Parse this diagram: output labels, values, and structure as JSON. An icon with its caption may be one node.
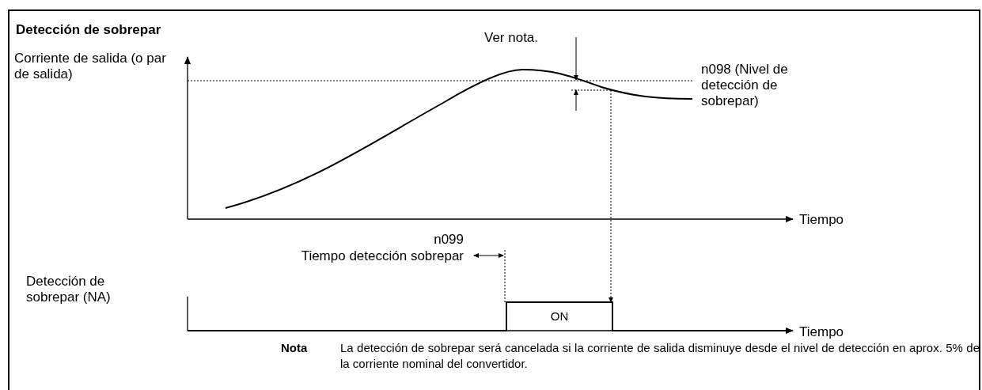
{
  "diagram": {
    "title": "Detección de sobrepar",
    "labels": [
      "Corriente de salida (o par de salida)",
      "Ver nota.",
      "n098 (Nivel de detección de sobrepar)",
      "Tiempo",
      "n099",
      "Tiempo detección sobrepar",
      "Detección de sobrepar (NA)",
      "ON",
      "Tiempo",
      "Nota",
      "La detección de sobrepar será cancelada si la corriente de salida disminuye desde el nivel de detección en aprox. 5% de la corriente nominal del convertidor."
    ]
  }
}
